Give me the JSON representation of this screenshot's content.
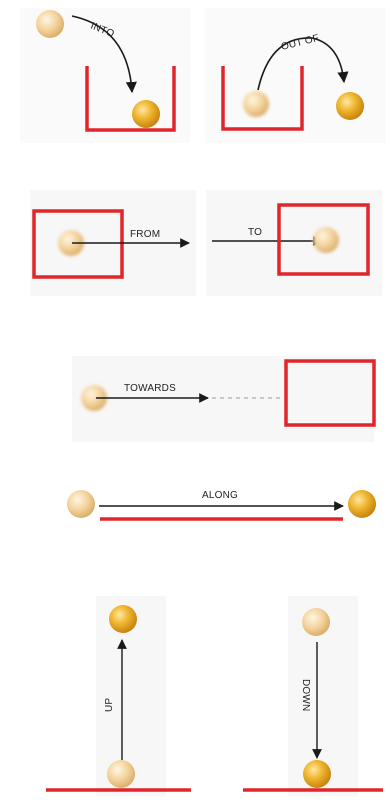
{
  "colors": {
    "container": "#e0262b",
    "arrow": "#1a1a1a",
    "ball_light": "#f3d39c",
    "ball_dark": "#e5a11c",
    "panel_bg": "#f6f6f6"
  },
  "panels": {
    "into": {
      "label": "INTO"
    },
    "out_of": {
      "label": "OUT OF"
    },
    "from": {
      "label": "FROM"
    },
    "to": {
      "label": "TO"
    },
    "towards": {
      "label": "TOWARDS"
    },
    "along": {
      "label": "ALONG"
    },
    "up": {
      "label": "UP"
    },
    "down": {
      "label": "DOWN"
    }
  }
}
